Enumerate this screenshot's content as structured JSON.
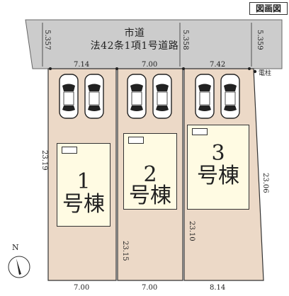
{
  "header": {
    "label": "図画図"
  },
  "road": {
    "name": "市道",
    "classification": "法42条1項1号道路"
  },
  "road_widths": [
    "5.357",
    "5.358",
    "5.359"
  ],
  "frontages": [
    "7.14",
    "7.00",
    "7.42"
  ],
  "rear_widths": [
    "7.00",
    "7.00",
    "8.14"
  ],
  "side_depths": [
    "23.19",
    "23.15",
    "23.10",
    "23.06"
  ],
  "houses": [
    {
      "number": "1",
      "suffix": "号棟"
    },
    {
      "number": "2",
      "suffix": "号棟"
    },
    {
      "number": "3",
      "suffix": "号棟"
    }
  ],
  "utility_pole": {
    "label": "電柱"
  },
  "compass": {
    "label": "N"
  },
  "colors": {
    "road": "#cccccc",
    "lot": "#ecd9c7",
    "house": "#fffbe3",
    "line": "#333333"
  },
  "cars_per_lot": 2
}
